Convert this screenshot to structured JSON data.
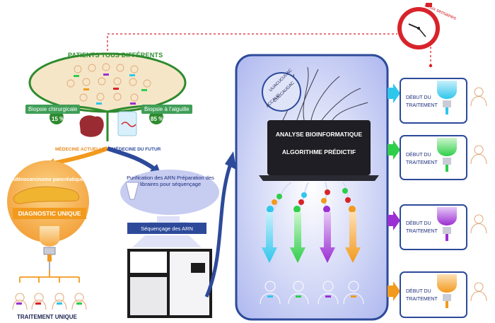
{
  "left_panel": {
    "patients_title": "PATIENTS TOUS DIFFÉRENTS",
    "biopsy_surgical": "Biopsie chirurgicale",
    "biopsy_needle": "Biopsie à l’aiguille",
    "pct_surgical": "15 %",
    "pct_needle": "85 %",
    "medicine_current": "MÉDECINE ACTUELLE",
    "medicine_future": "MÉDECINE DU FUTUR",
    "adenocarcinoma": "Adénocarcinome pancréatique",
    "unique_diagnosis": "DIAGNOSTIC UNIQUE",
    "unique_treatment": "TRAITEMENT UNIQUE"
  },
  "middle_panel": {
    "purification": "Purification des ARN Préparation des libraires pour séquençage",
    "sequencing": "Séquençage des ARN"
  },
  "analysis_panel": {
    "analysis": "ANALYSE BIOINFORMATIQUE",
    "algorithm": "ALGORITHME PRÉDICTIF",
    "bubble_seq_1": "UUACUCUUAC",
    "bubble_seq_2": "CUCCAUGAC",
    "bubble_seq_3": "ACCAUG"
  },
  "timer": {
    "label": "Deux semaines"
  },
  "treatments": [
    {
      "label": "DÉBUT DU TRAITEMENT",
      "color": "#2fc6ec"
    },
    {
      "label": "DÉBUT DU TRAITEMENT",
      "color": "#2fce4a"
    },
    {
      "label": "DÉBUT DU TRAITEMENT",
      "color": "#9b2fd3"
    },
    {
      "label": "DÉBUT DU TRAITEMENT",
      "color": "#f29a1d"
    }
  ],
  "colors": {
    "green": "#3f9e57",
    "orange": "#f0a030",
    "navy": "#2d4a9a",
    "red": "#d8232a",
    "analysis_bg": "#aab4ee"
  }
}
